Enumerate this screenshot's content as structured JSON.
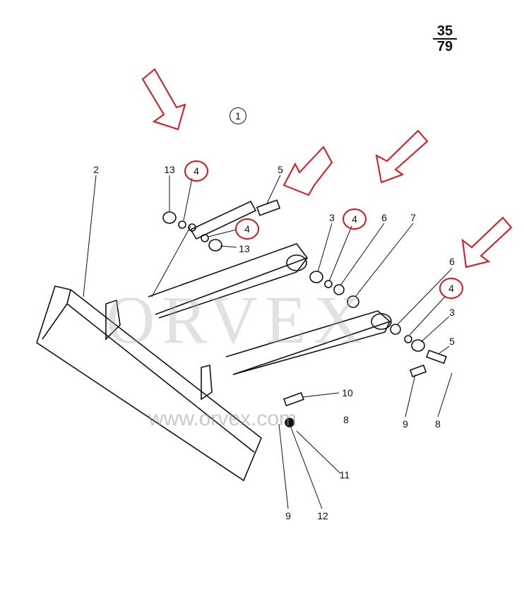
{
  "page_number": {
    "numerator": "35",
    "denominator": "79"
  },
  "figure_label": "1",
  "watermark": {
    "brand": "ORVEX",
    "url": "www.orvex.com"
  },
  "highlight_color": "#e0141c",
  "part_labels": [
    "2",
    "13",
    "4",
    "5",
    "4",
    "13",
    "3",
    "4",
    "6",
    "7",
    "6",
    "4",
    "3",
    "5",
    "9",
    "8",
    "10",
    "8",
    "11",
    "9",
    "12"
  ]
}
